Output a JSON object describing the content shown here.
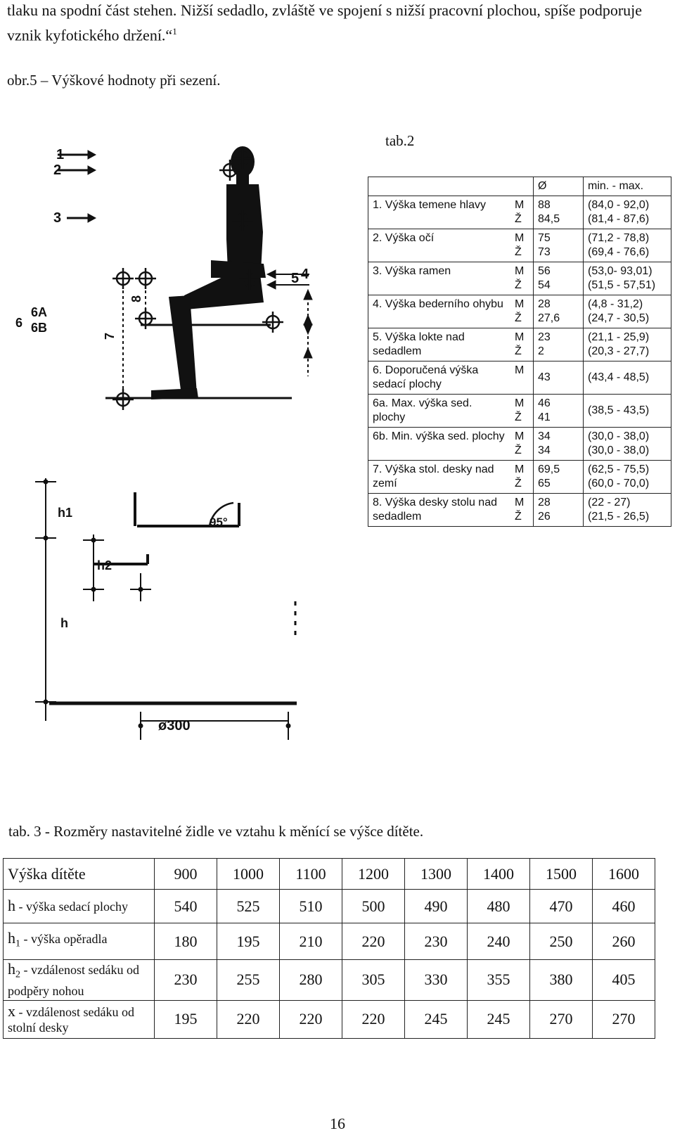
{
  "paragraph_prefix": "tlaku na spodní část stehen. Nižší sedadlo, zvláště ve spojení s nižší pracovní plochou, spíše podporuje vznik kyfotického držení.“",
  "paragraph_footnote": "1",
  "figure_caption": "obr.5 – Výškové hodnoty při sezení.",
  "tab2_caption": "tab.2",
  "figure_labels": {
    "l1": "1",
    "l2": "2",
    "l3": "3",
    "l4": "4",
    "l5": "5",
    "l6": "6",
    "l6a": "6A",
    "l6b": "6B",
    "l7": "7",
    "l8": "8",
    "h1": "h1",
    "h2": "h2",
    "h": "h",
    "angle": "95°",
    "diameter": "ø300"
  },
  "tab2": {
    "header_avg": "Ø",
    "header_range": "min. - max.",
    "rows": [
      {
        "name": "1. Výška temene hlavy",
        "sex": [
          "M",
          "Ž"
        ],
        "avg": [
          "88",
          "84,5"
        ],
        "range": [
          "(84,0 - 92,0)",
          "(81,4 - 87,6)"
        ]
      },
      {
        "name": "2. Výška očí",
        "sex": [
          "M",
          "Ž"
        ],
        "avg": [
          "75",
          "73"
        ],
        "range": [
          "(71,2 - 78,8)",
          "(69,4 - 76,6)"
        ]
      },
      {
        "name": "3. Výška ramen",
        "sex": [
          "M",
          "Ž"
        ],
        "avg": [
          "56",
          "54"
        ],
        "range": [
          "(53,0- 93,01)",
          "(51,5 - 57,51)"
        ]
      },
      {
        "name": "4. Výška bederního ohybu",
        "sex": [
          "M",
          "Ž"
        ],
        "avg": [
          "28",
          "27,6"
        ],
        "range": [
          "(4,8 - 31,2)",
          "(24,7 - 30,5)"
        ]
      },
      {
        "name": "5. Výška lokte nad sedadlem",
        "sex": [
          "M",
          "Ž"
        ],
        "avg": [
          "23",
          "2"
        ],
        "range": [
          "(21,1 - 25,9)",
          "(20,3 - 27,7)"
        ]
      },
      {
        "name": "6. Doporučená výška sedací plochy",
        "sex": [
          "M"
        ],
        "avg": [
          "43"
        ],
        "range": [
          "(43,4 - 48,5)"
        ]
      },
      {
        "name": "6a. Max. výška sed. plochy",
        "sex": [
          "M",
          "Ž"
        ],
        "avg": [
          "46",
          "41"
        ],
        "range": [
          "(38,5 - 43,5)"
        ]
      },
      {
        "name": "6b. Min. výška sed. plochy",
        "sex": [
          "M",
          "Ž"
        ],
        "avg": [
          "34",
          "34"
        ],
        "range": [
          "(30,0 - 38,0)",
          "(30,0 - 38,0)"
        ]
      },
      {
        "name": "7. Výška stol. desky nad zemí",
        "sex": [
          "M",
          "Ž"
        ],
        "avg": [
          "69,5",
          "65"
        ],
        "range": [
          "(62,5 - 75,5)",
          "(60,0 - 70,0)"
        ]
      },
      {
        "name": "8. Výška desky stolu nad sedadlem",
        "sex": [
          "M",
          "Ž"
        ],
        "avg": [
          "28",
          "26"
        ],
        "range": [
          "(22 - 27)",
          "(21,5 - 26,5)"
        ]
      }
    ]
  },
  "tab3_caption": "tab. 3 - Rozměry nastavitelné židle ve vztahu k měnící se výšce dítěte.",
  "tab3": {
    "header_label": "Výška dítěte",
    "header_values": [
      "900",
      "1000",
      "1100",
      "1200",
      "1300",
      "1400",
      "1500",
      "1600"
    ],
    "rows": [
      {
        "sym": "h",
        "sub": "",
        "desc": " - výška sedací plochy",
        "values": [
          "540",
          "525",
          "510",
          "500",
          "490",
          "480",
          "470",
          "460"
        ]
      },
      {
        "sym": "h",
        "sub": "1",
        "desc": " - výška opěradla",
        "values": [
          "180",
          "195",
          "210",
          "220",
          "230",
          "240",
          "250",
          "260"
        ]
      },
      {
        "sym": "h",
        "sub": "2",
        "desc": " - vzdálenost sedáku od podpěry nohou",
        "values": [
          "230",
          "255",
          "280",
          "305",
          "330",
          "355",
          "380",
          "405"
        ]
      },
      {
        "sym": "x",
        "sub": "",
        "desc": " - vzdálenost sedáku od stolní desky",
        "values": [
          "195",
          "220",
          "220",
          "220",
          "245",
          "245",
          "270",
          "270"
        ]
      }
    ]
  },
  "page_number": "16"
}
